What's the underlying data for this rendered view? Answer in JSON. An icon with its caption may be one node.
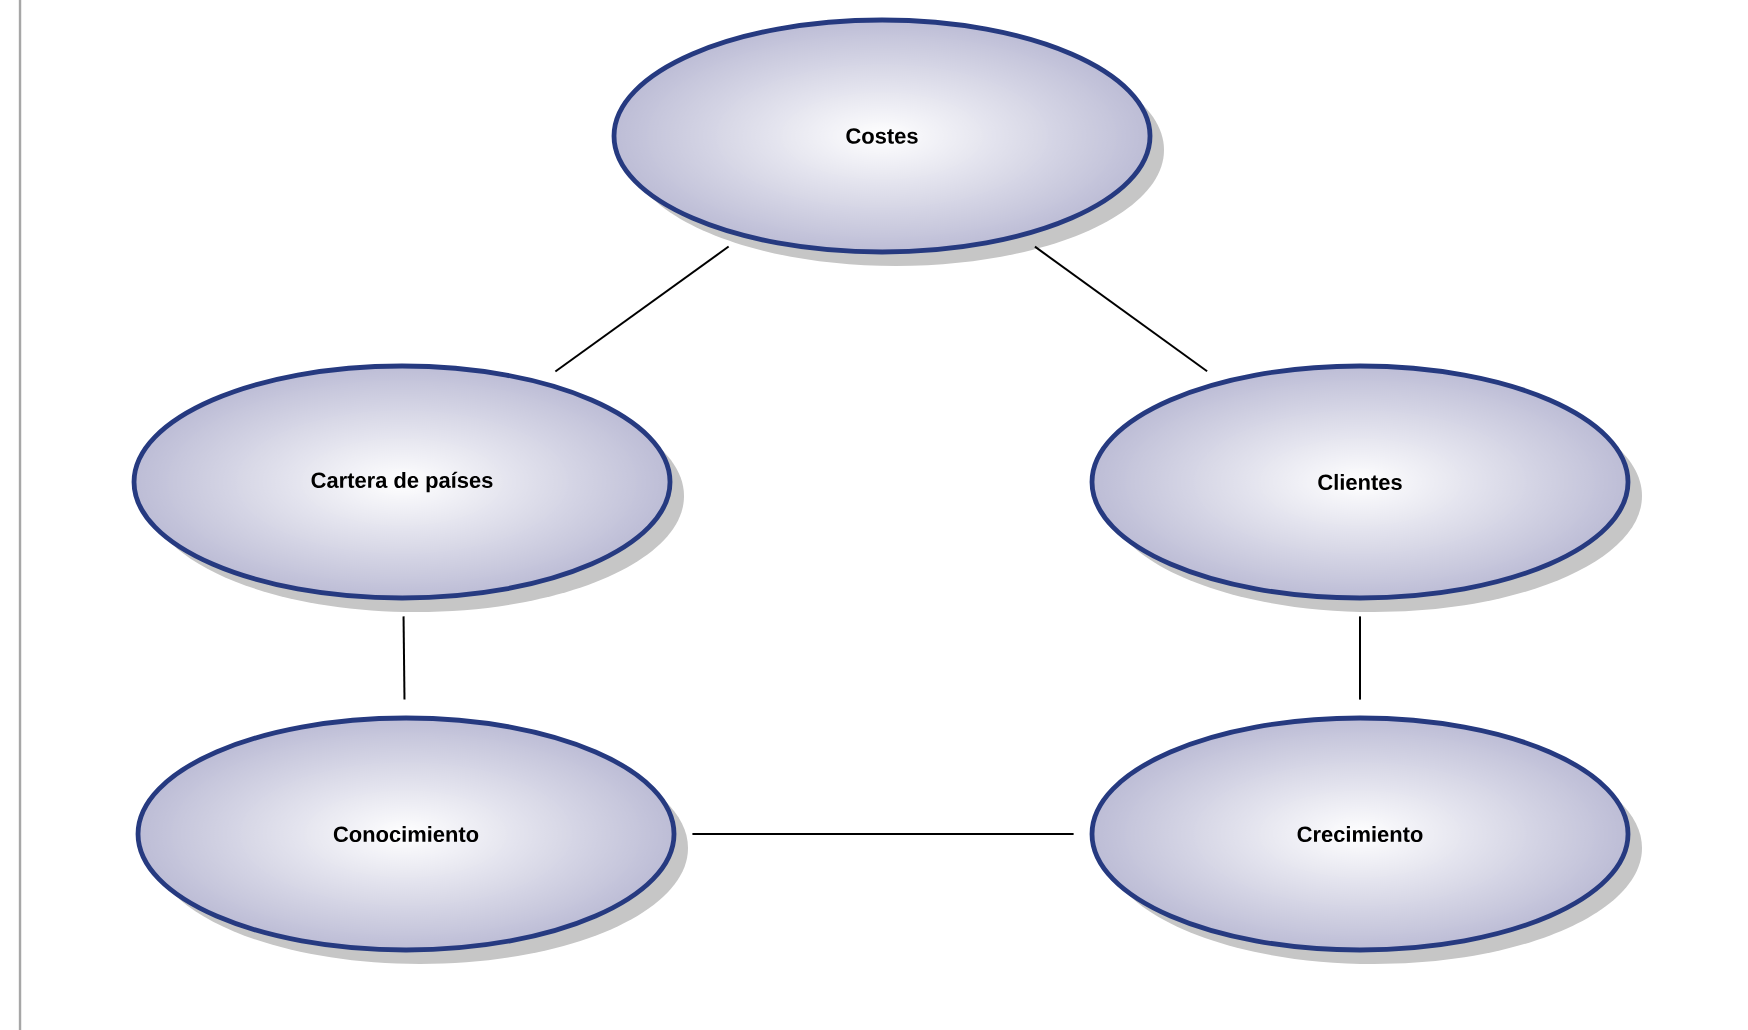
{
  "diagram": {
    "nodes": [
      {
        "text": [
          "Costes"
        ]
      },
      {
        "text": [
          "Cartera de países"
        ]
      },
      {
        "text": [
          "Clientes"
        ]
      },
      {
        "text": [
          "Conocimiento"
        ]
      },
      {
        "text": [
          "Crecimiento"
        ]
      }
    ],
    "edges": [
      {
        "from": 0,
        "to": 1,
        "arrow": "none"
      },
      {
        "from": 0,
        "to": 2,
        "arrow": "none"
      },
      {
        "from": 1,
        "to": 3,
        "arrow": "none"
      },
      {
        "from": 2,
        "to": 4,
        "arrow": "none"
      },
      {
        "from": 3,
        "to": 4,
        "arrow": "none"
      }
    ]
  }
}
